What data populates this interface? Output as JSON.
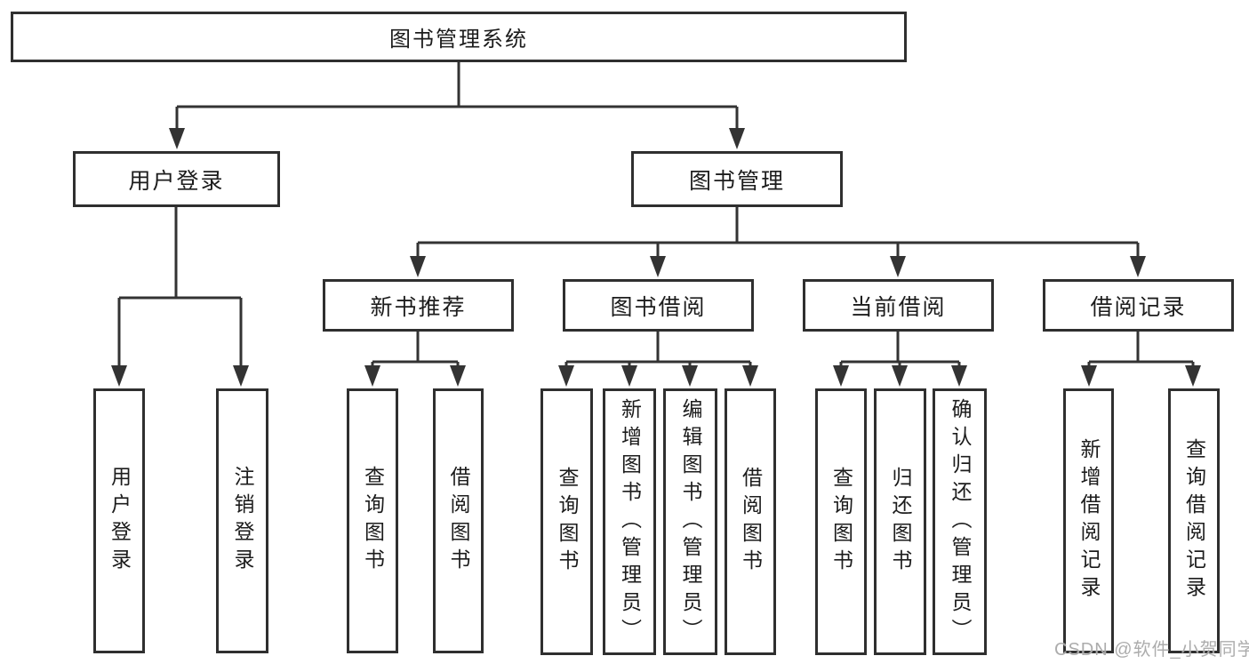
{
  "diagram": {
    "title": "图书管理系统",
    "root": {
      "label": "图书管理系统"
    },
    "branches": [
      {
        "label": "用户登录",
        "children": [
          {
            "label": "用户登录"
          },
          {
            "label": "注销登录"
          }
        ]
      },
      {
        "label": "图书管理",
        "children": [
          {
            "label": "新书推荐",
            "children": [
              {
                "label": "查询图书"
              },
              {
                "label": "借阅图书"
              }
            ]
          },
          {
            "label": "图书借阅",
            "children": [
              {
                "label": "查询图书"
              },
              {
                "label": "新增图书（管理员）"
              },
              {
                "label": "编辑图书（管理员）"
              },
              {
                "label": "借阅图书"
              }
            ]
          },
          {
            "label": "当前借阅",
            "children": [
              {
                "label": "查询图书"
              },
              {
                "label": "归还图书"
              },
              {
                "label": "确认归还（管理员）"
              }
            ]
          },
          {
            "label": "借阅记录",
            "children": [
              {
                "label": "新增借阅记录"
              },
              {
                "label": "查询借阅记录"
              }
            ]
          }
        ]
      }
    ]
  },
  "watermark": {
    "text": "CSDN @软件_小贺同学"
  },
  "colors": {
    "line": "#333333",
    "box_border": "#2f2f2f",
    "text": "#1c1c1c",
    "background": "#ffffff",
    "watermark": "#9e9e9e"
  }
}
